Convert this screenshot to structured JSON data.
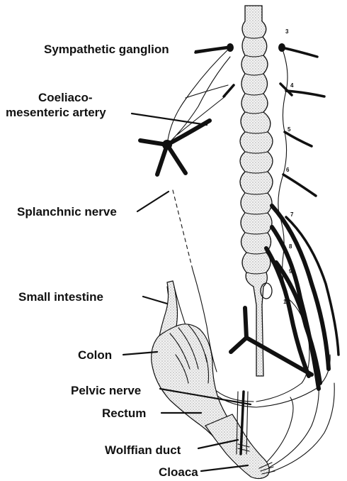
{
  "labels": {
    "sympathetic_ganglion": "Sympathetic ganglion",
    "coeliaco_line1": "Coeliaco-",
    "coeliaco_line2": "mesenteric artery",
    "splanchnic_nerve": "Splanchnic nerve",
    "small_intestine": "Small intestine",
    "colon": "Colon",
    "pelvic_nerve": "Pelvic nerve",
    "rectum": "Rectum",
    "wolffian_duct": "Wolffian duct",
    "cloaca": "Cloaca"
  },
  "segment_numbers": [
    "3",
    "4",
    "5",
    "6",
    "7",
    "8",
    "9",
    "10"
  ],
  "colors": {
    "ink": "#111111",
    "background": "#ffffff"
  }
}
